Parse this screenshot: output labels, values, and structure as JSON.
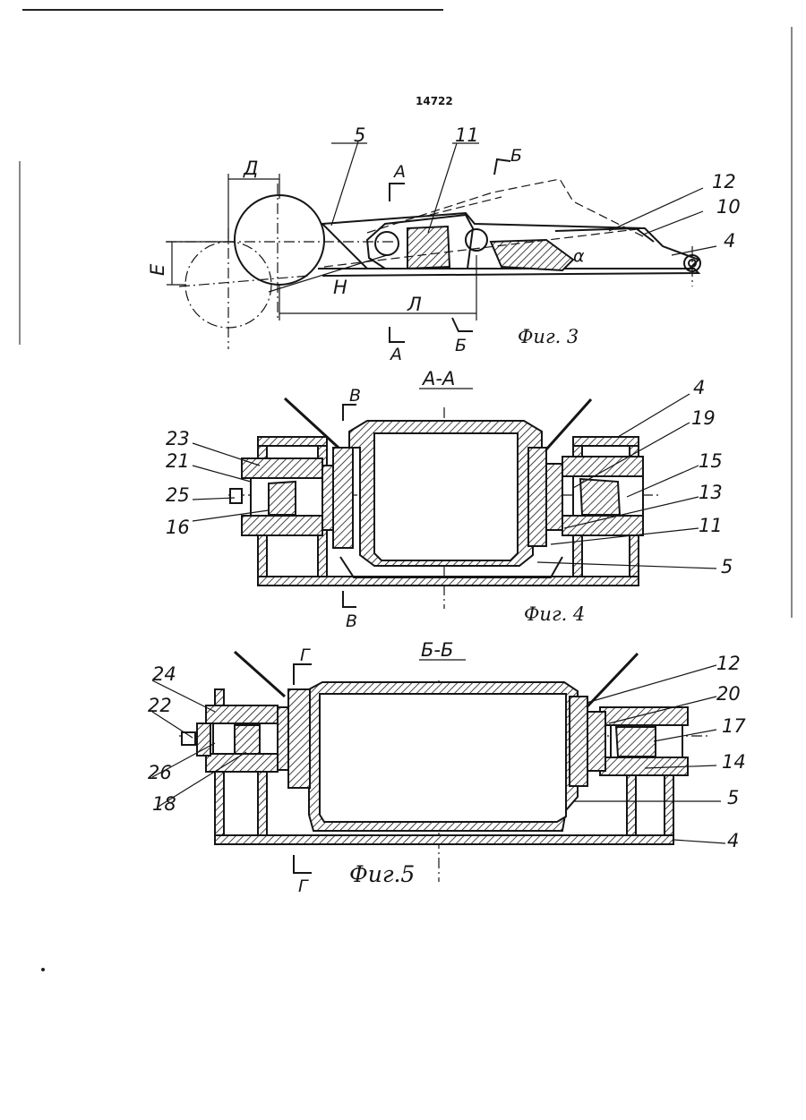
{
  "page_number": "14722",
  "fig3": {
    "caption": "Фuг. 3",
    "labels": {
      "d": "Д",
      "e": "Е",
      "h": "Н",
      "l": "Л",
      "a": "α",
      "n5": "5",
      "n11": "11",
      "n12": "12",
      "n10": "10",
      "n4": "4"
    },
    "cut_aa": {
      "top": "А",
      "bottom": "А"
    },
    "cut_bb": {
      "top": "Б",
      "bottom": "Б"
    }
  },
  "fig4": {
    "section_title": "А-А",
    "caption": "Фuг. 4",
    "cut_vv": {
      "top": "В",
      "bottom": "В"
    },
    "labels": {
      "n23": "23",
      "n21": "21",
      "n25": "25",
      "n16": "16",
      "n4": "4",
      "n19": "19",
      "n15": "15",
      "n13": "13",
      "n11": "11",
      "n5": "5"
    }
  },
  "fig5": {
    "section_title": "Б-Б",
    "caption": "Фuг.5",
    "cut_gg": {
      "top": "Г",
      "bottom": "Г"
    },
    "labels": {
      "n24": "24",
      "n22": "22",
      "n26": "26",
      "n18": "18",
      "n12": "12",
      "n20": "20",
      "n17": "17",
      "n14": "14",
      "n5": "5",
      "n4": "4"
    }
  }
}
